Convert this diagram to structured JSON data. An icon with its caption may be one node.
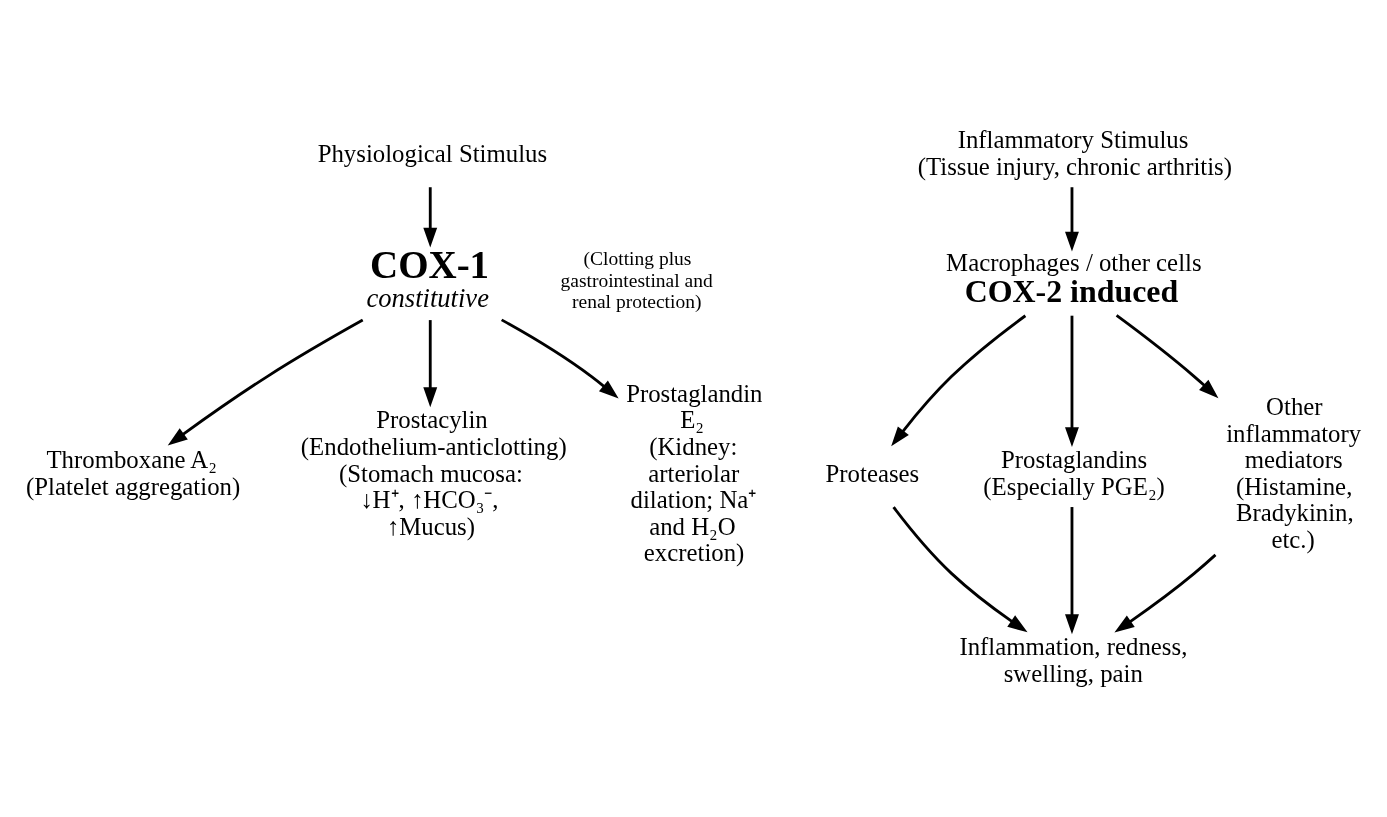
{
  "diagram": {
    "nodes": [
      {
        "text": [
          "Physiological Stimulus"
        ]
      },
      {
        "text": [
          "COX-1",
          "constitutive"
        ],
        "beside": [
          "(Clotting plus gastrointestinal and renal protection)"
        ]
      },
      {
        "text": [
          "Thromboxane A₂",
          "(Platelet aggregation)"
        ]
      },
      {
        "text": [
          "Prostacylin",
          "(Endothelium-anticlotting)",
          "(Stomach mucosa: ↓H⁺, ↑HCO₃⁻, ↑Mucus)"
        ]
      },
      {
        "text": [
          "Prostaglandin E₂",
          "(Kidney: arteriolar dilation; Na⁺ and H₂O excretion)"
        ]
      },
      {
        "text": [
          "Inflammatory Stimulus",
          "(Tissue injury, chronic arthritis)"
        ]
      },
      {
        "text": [
          "Macrophages / other cells",
          "COX-2 induced"
        ]
      },
      {
        "text": [
          "Proteases"
        ]
      },
      {
        "text": [
          "Prostaglandins",
          "(Especially PGE₂)"
        ]
      },
      {
        "text": [
          "Other inflammatory mediators",
          "(Histamine, Bradykinin, etc.)"
        ]
      },
      {
        "text": [
          "Inflammation, redness, swelling, pain"
        ]
      }
    ],
    "edges": [
      {
        "from": 0,
        "to": 1,
        "arrow": "to"
      },
      {
        "from": 1,
        "to": 2,
        "arrow": "to"
      },
      {
        "from": 1,
        "to": 3,
        "arrow": "to"
      },
      {
        "from": 1,
        "to": 4,
        "arrow": "to"
      },
      {
        "from": 5,
        "to": 6,
        "arrow": "to"
      },
      {
        "from": 6,
        "to": 7,
        "arrow": "to"
      },
      {
        "from": 6,
        "to": 8,
        "arrow": "to"
      },
      {
        "from": 6,
        "to": 9,
        "arrow": "to"
      },
      {
        "from": 7,
        "to": 10,
        "arrow": "to"
      },
      {
        "from": 8,
        "to": 10,
        "arrow": "to"
      },
      {
        "from": 9,
        "to": 10,
        "arrow": "to"
      }
    ]
  }
}
